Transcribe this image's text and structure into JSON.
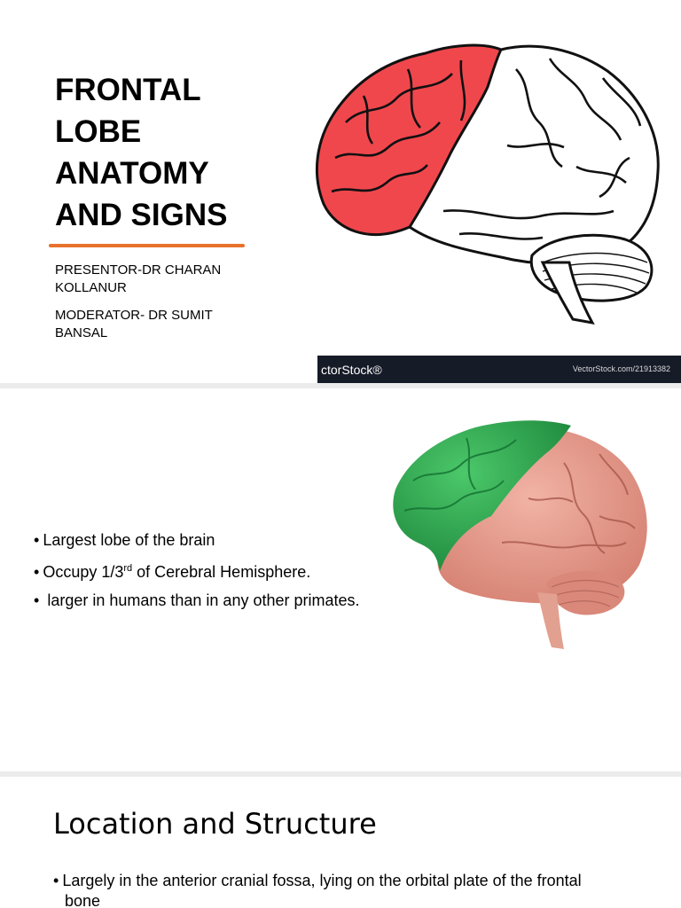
{
  "slide1": {
    "title_lines": [
      "FRONTAL",
      "LOBE",
      "ANATOMY",
      "AND SIGNS"
    ],
    "presenter": "PRESENTOR-DR CHARAN KOLLANUR",
    "moderator": "MODERATOR- DR SUMIT BANSAL",
    "image_footer": {
      "logo_text": "ctorStock®",
      "id_text": "VectorStock.com/21913382"
    },
    "colors": {
      "accent_rule": "#e8712c",
      "frontal_highlight": "#f0474d",
      "footer_bar": "#161b28"
    },
    "icons": [
      "brain-lateral-illustration"
    ]
  },
  "slide2": {
    "bullets": [
      {
        "text": "Largest lobe of the brain"
      },
      {
        "pre": "Occupy 1/3",
        "sup": "rd",
        "post": " of Cerebral Hemisphere."
      },
      {
        "text": " larger in humans than in any other primates."
      }
    ],
    "colors": {
      "frontal_highlight": "#2fa84e",
      "brain_body": "#e39a8c"
    },
    "icons": [
      "brain-3d-illustration"
    ]
  },
  "slide3": {
    "heading": "Location and Structure",
    "bullets": [
      "Largely in the anterior cranial fossa, lying on the orbital plate of the frontal bone"
    ]
  }
}
